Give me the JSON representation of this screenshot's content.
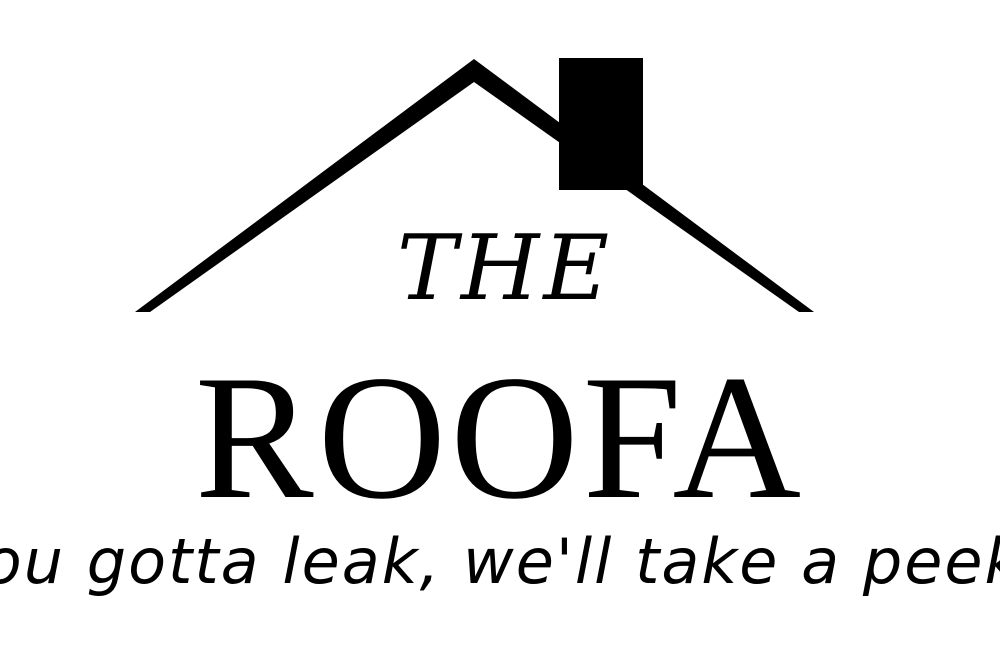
{
  "logo": {
    "line1": "THE",
    "line2": "ROOFA",
    "tagline": "You gotta leak, we'll take a peek!",
    "icon": "house-roof-icon",
    "colors": {
      "ink": "#000000",
      "background": "#ffffff"
    }
  }
}
